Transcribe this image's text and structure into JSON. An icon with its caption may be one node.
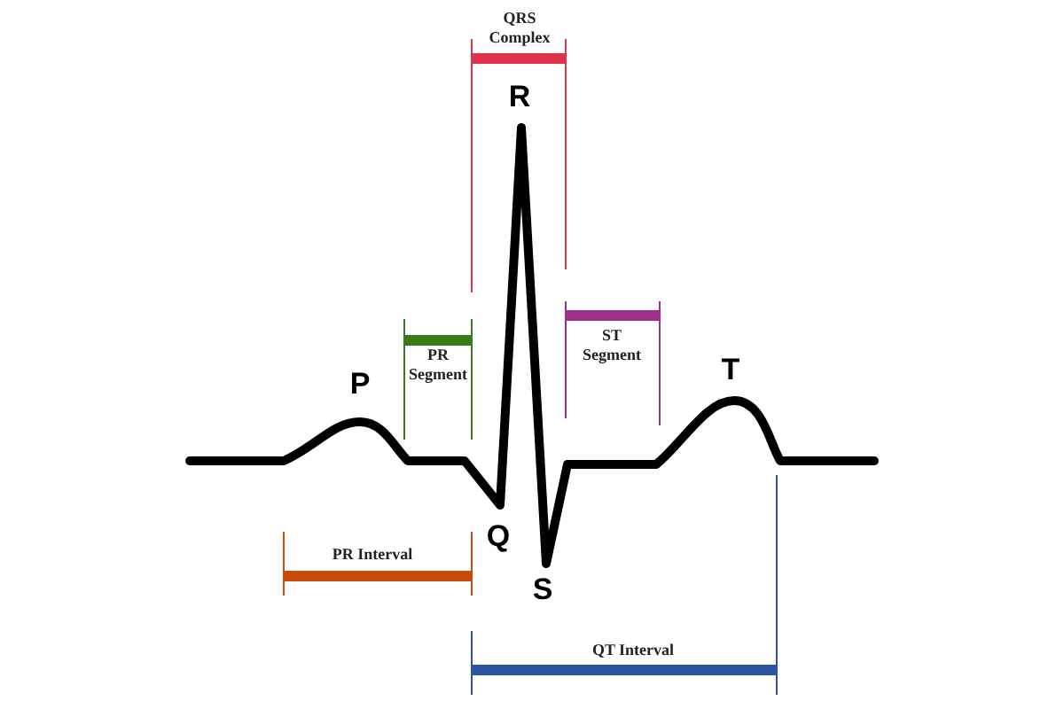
{
  "diagram": {
    "labels": [
      "QRS Complex",
      "R",
      "PR Segment",
      "ST Segment",
      "P",
      "T",
      "Q",
      "S",
      "PR Interval",
      "QT Interval"
    ]
  }
}
